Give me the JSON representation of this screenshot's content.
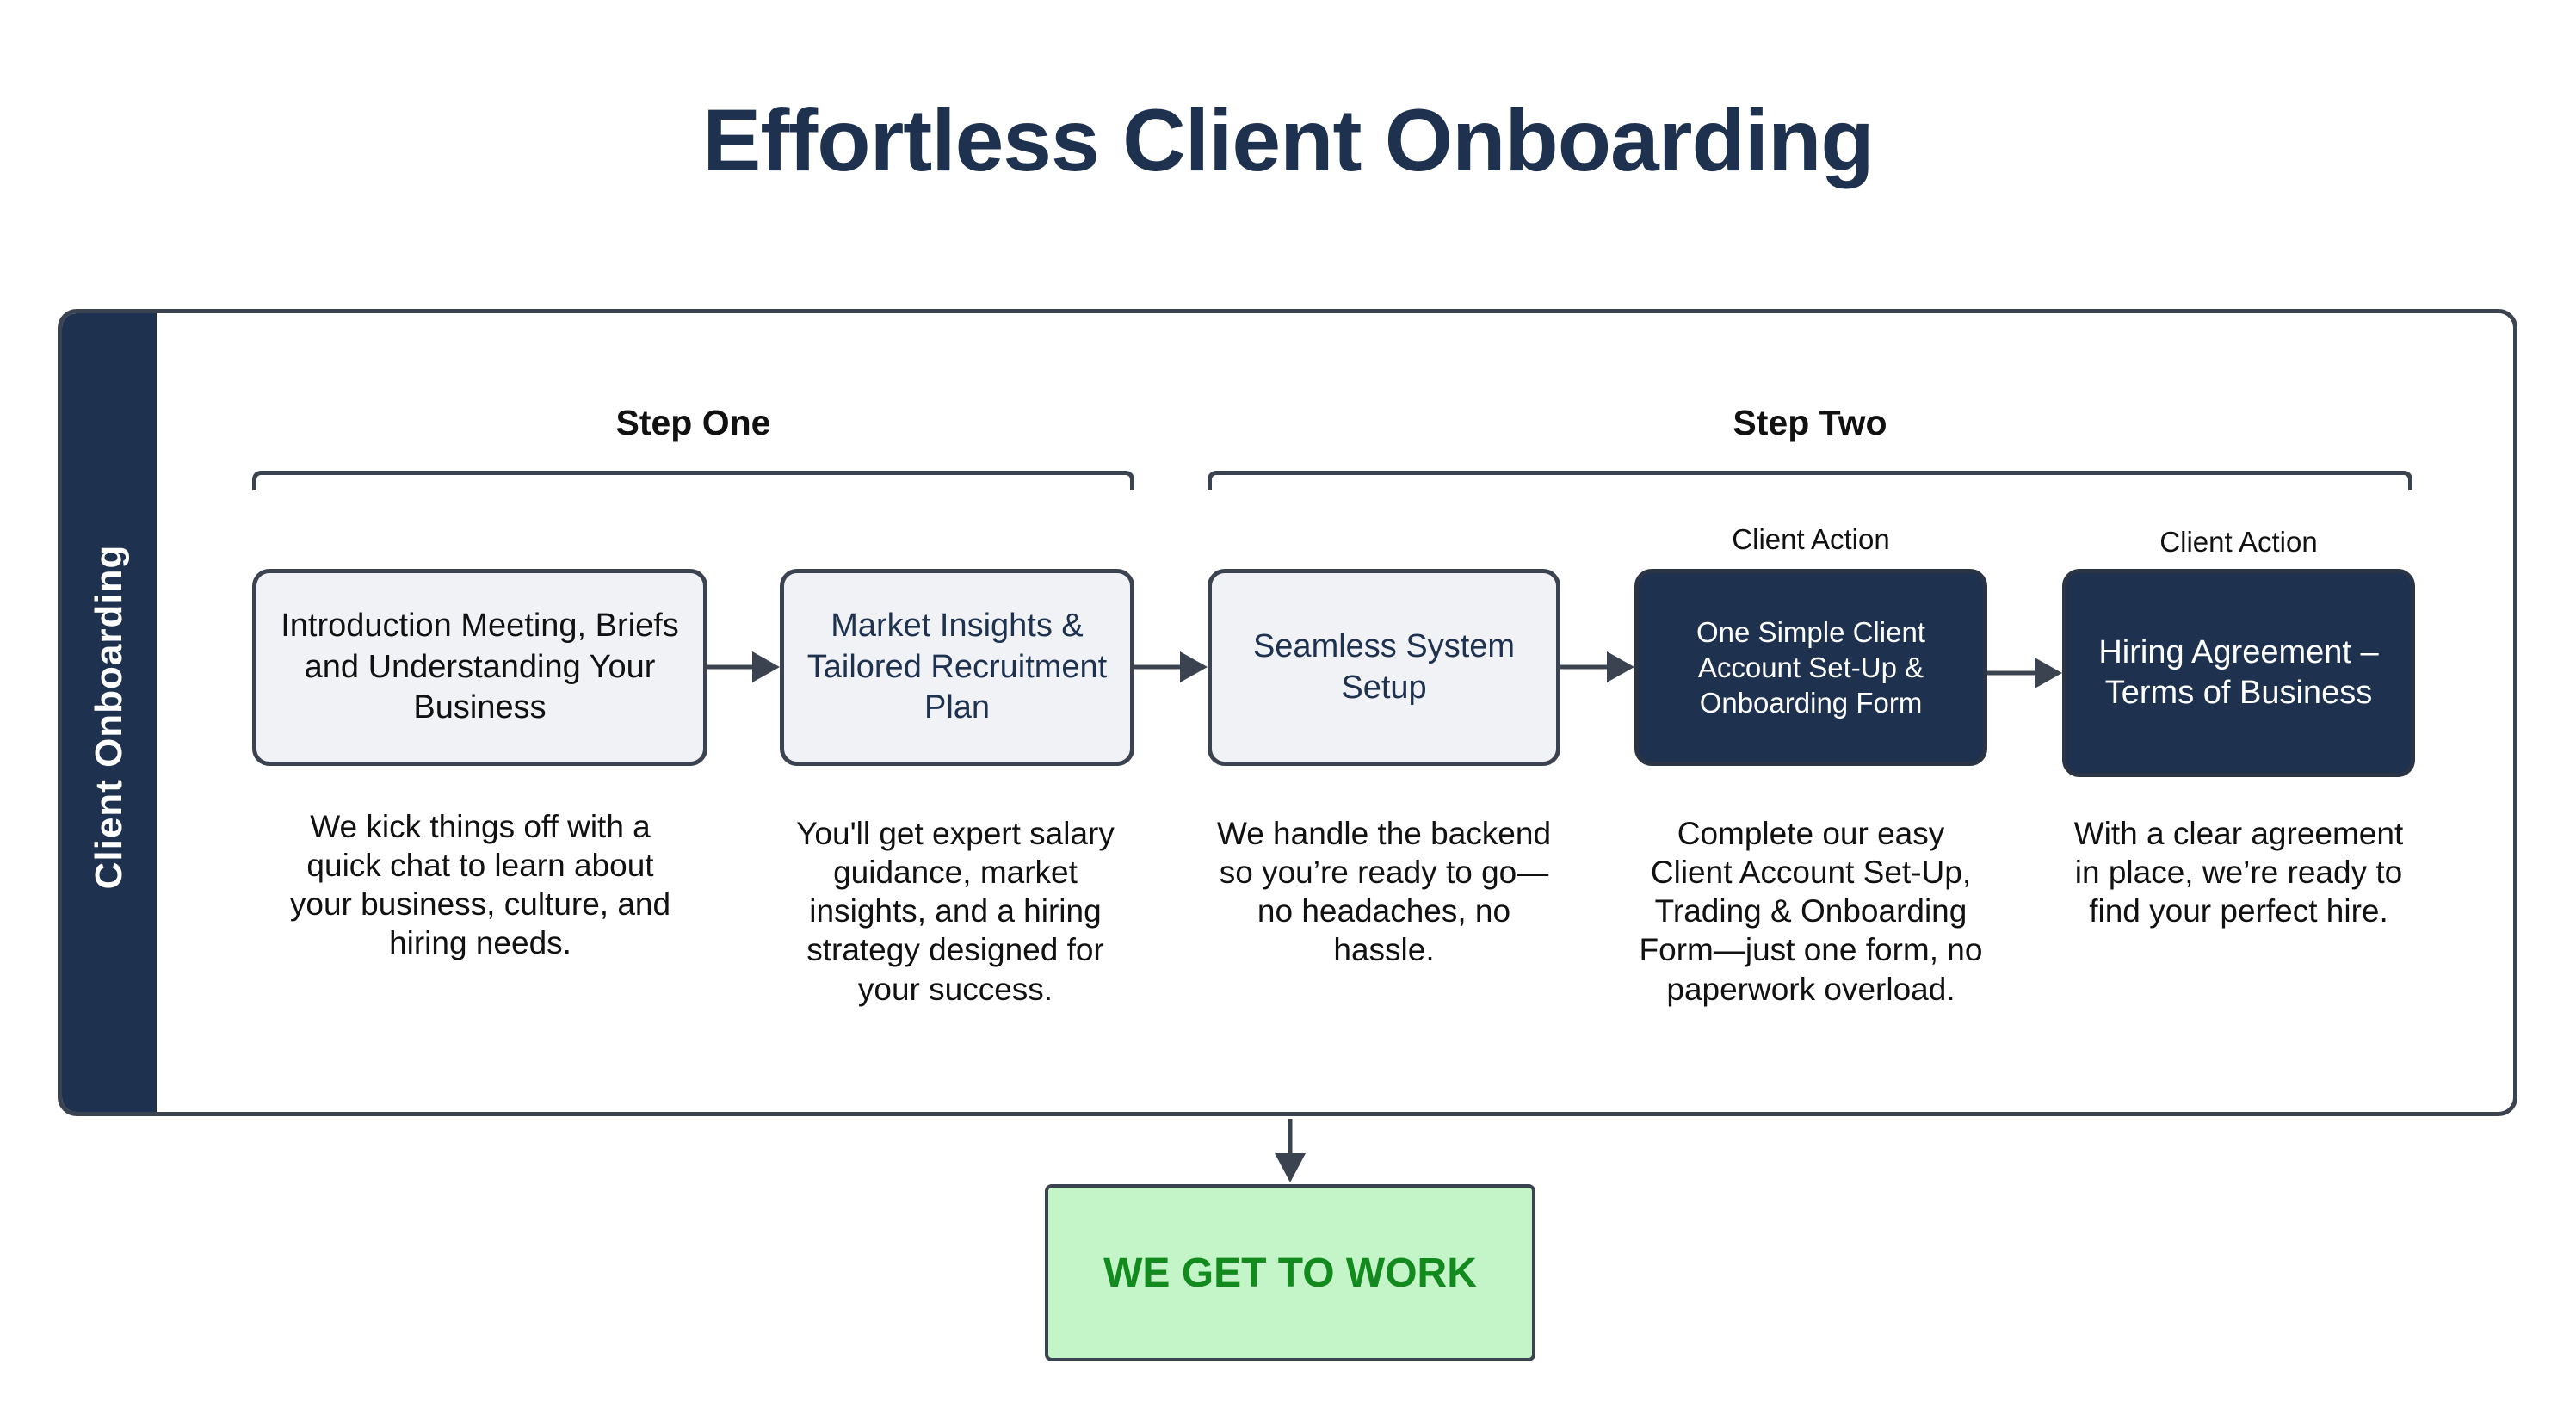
{
  "title": "Effortless Client Onboarding",
  "sidebar_label": "Client Onboarding",
  "steps": [
    {
      "label": "Step One"
    },
    {
      "label": "Step Two"
    }
  ],
  "client_action_label": "Client Action",
  "stages": [
    {
      "title": "Introduction Meeting, Briefs and Understanding Your Business",
      "description": "We kick things off with a quick chat to learn about your business, culture, and hiring needs."
    },
    {
      "title": "Market Insights & Tailored Recruitment Plan",
      "description": "You'll get expert salary guidance, market insights, and a hiring strategy designed for your success."
    },
    {
      "title": "Seamless System Setup",
      "description": "We handle the backend so you’re ready to go—no headaches, no hassle."
    },
    {
      "title": "One Simple Client Account Set-Up & Onboarding Form",
      "description": "Complete our easy Client Account Set-Up, Trading & Onboarding Form—just one form, no paperwork overload."
    },
    {
      "title": "Hiring Agreement – Terms of Business",
      "description": "With a clear agreement in place, we’re ready to find your perfect hire."
    }
  ],
  "cta_label": "WE GET TO WORK",
  "colors": {
    "navy": "#1e3250",
    "light_box": "#f0f2f5",
    "cta_fill": "#c4f5c9",
    "cta_text": "#138a1e",
    "border": "#3c4350"
  }
}
